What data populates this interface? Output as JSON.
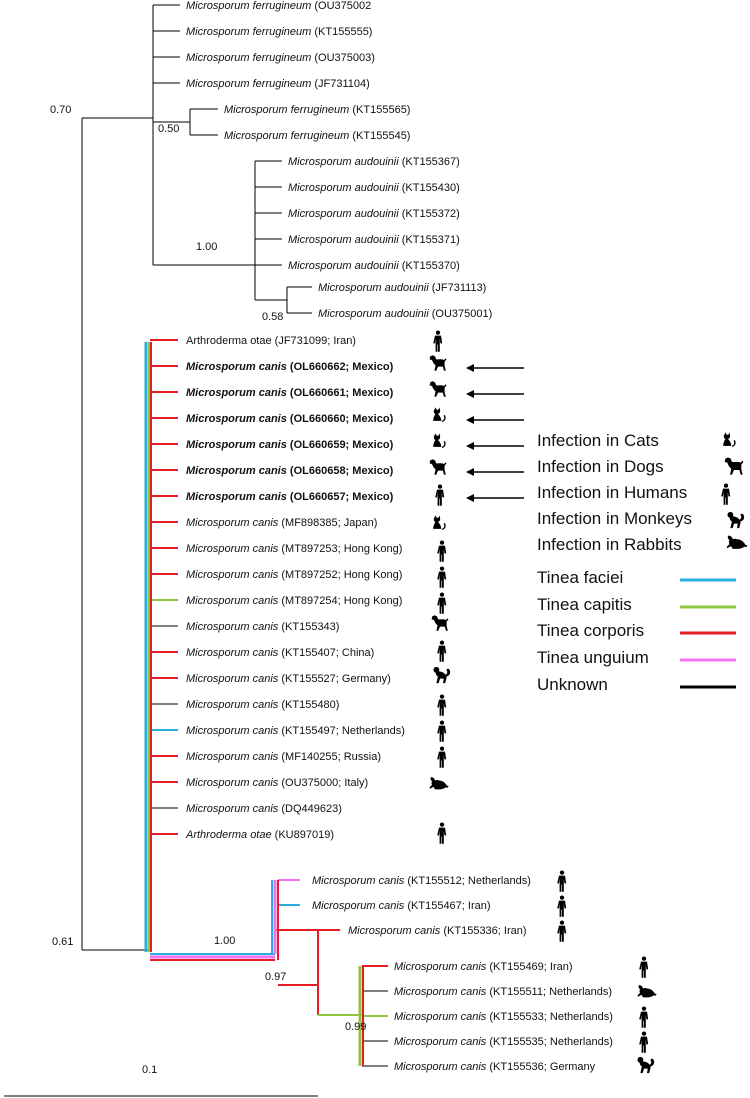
{
  "colors": {
    "black": "#000000",
    "faciei": "#29aee0",
    "capitis": "#8cc63f",
    "corporis": "#e81c24",
    "unguium": "#f470f0",
    "unknown": "#000000"
  },
  "leaves": [
    {
      "italic": "Microsporum  ferrugineum",
      "rest": " (OU375002",
      "bold": false
    },
    {
      "italic": "Microsporum  ferrugineum",
      "rest": " (KT155555)",
      "bold": false
    },
    {
      "italic": "Microsporum  ferrugineum",
      "rest": " (OU375003)",
      "bold": false
    },
    {
      "italic": "Microsporum  ferrugineum",
      "rest": " (JF731104)",
      "bold": false
    },
    {
      "italic": "Microsporum  ferrugineum",
      "rest": " (KT155565)",
      "bold": false
    },
    {
      "italic": "Microsporum  ferrugineum",
      "rest": " (KT155545)",
      "bold": false
    },
    {
      "italic": "Microsporum  audouinii",
      "rest": " (KT155367)",
      "bold": false
    },
    {
      "italic": "Microsporum  audouinii",
      "rest": " (KT155430)",
      "bold": false
    },
    {
      "italic": "Microsporum  audouinii",
      "rest": " (KT155372)",
      "bold": false
    },
    {
      "italic": "Microsporum  audouinii",
      "rest": " (KT155371)",
      "bold": false
    },
    {
      "italic": "Microsporum  audouinii",
      "rest": " (KT155370)",
      "bold": false
    },
    {
      "italic": "Microsporum  audouinii",
      "rest": " (JF731113)",
      "bold": false
    },
    {
      "italic": "Microsporum  audouinii",
      "rest": " (OU375001)",
      "bold": false
    },
    {
      "italic": "",
      "rest": "Arthroderma otae (JF731099; Iran)",
      "bold": false,
      "host": "human"
    },
    {
      "italic": "Microsporum canis",
      "rest": " (OL660662;  Mexico)",
      "bold": true,
      "host": "dog",
      "arrow": true
    },
    {
      "italic": "Microsporum canis",
      "rest": " (OL660661;  Mexico)",
      "bold": true,
      "host": "dog",
      "arrow": true
    },
    {
      "italic": "Microsporum canis",
      "rest": " (OL660660;  Mexico)",
      "bold": true,
      "host": "cat",
      "arrow": true
    },
    {
      "italic": "Microsporum canis",
      "rest": " (OL660659;  Mexico)",
      "bold": true,
      "host": "cat",
      "arrow": true
    },
    {
      "italic": "Microsporum canis",
      "rest": " (OL660658;  Mexico)",
      "bold": true,
      "host": "dog",
      "arrow": true
    },
    {
      "italic": "Microsporum canis",
      "rest": " (OL660657;  Mexico)",
      "bold": true,
      "host": "human",
      "arrow": true
    },
    {
      "italic": "Microsporum  canis",
      "rest": " (MF898385;  Japan)",
      "bold": false,
      "host": "cat"
    },
    {
      "italic": "Microsporum  canis",
      "rest": " (MT897253;  Hong Kong)",
      "bold": false,
      "host": "human"
    },
    {
      "italic": "Microsporum  canis",
      "rest": " (MT897252;  Hong Kong)",
      "bold": false,
      "host": "human"
    },
    {
      "italic": "Microsporum  canis",
      "rest": " (MT897254;  Hong Kong)",
      "bold": false,
      "host": "human"
    },
    {
      "italic": "Microsporum  canis",
      "rest": " (KT155343)",
      "bold": false,
      "host": "dog"
    },
    {
      "italic": "Microsporum  canis",
      "rest": " (KT155407;  China)",
      "bold": false,
      "host": "human"
    },
    {
      "italic": "Microsporum  canis",
      "rest": " (KT155527;  Germany)",
      "bold": false,
      "host": "monkey"
    },
    {
      "italic": "Microsporum  canis",
      "rest": " (KT155480)",
      "bold": false,
      "host": "human"
    },
    {
      "italic": "Microsporum  canis",
      "rest": " (KT155497;  Netherlands)",
      "bold": false,
      "host": "human"
    },
    {
      "italic": "Microsporum  canis",
      "rest": " (MF140255;  Russia)",
      "bold": false,
      "host": "human"
    },
    {
      "italic": "Microsporum  canis",
      "rest": " (OU375000;  Italy)",
      "bold": false,
      "host": "rabbit"
    },
    {
      "italic": "Microsporum  canis",
      "rest": " (DQ449623)",
      "bold": false
    },
    {
      "italic": "Arthroderma  otae",
      "rest": " (KU897019)",
      "bold": false,
      "host": "human"
    },
    {
      "italic": "Microsporum  canis",
      "rest": " (KT155512;  Netherlands)",
      "bold": false,
      "host": "human"
    },
    {
      "italic": "Microsporum  canis",
      "rest": " (KT155467;  Iran)",
      "bold": false,
      "host": "human"
    },
    {
      "italic": "Microsporum  canis",
      "rest": " (KT155336;  Iran)",
      "bold": false,
      "host": "human"
    },
    {
      "italic": "Microsporum  canis",
      "rest": " (KT155469;  Iran)",
      "bold": false,
      "host": "human"
    },
    {
      "italic": "Microsporum  canis",
      "rest": " (KT155511;  Netherlands)",
      "bold": false,
      "host": "rabbit"
    },
    {
      "italic": "Microsporum  canis",
      "rest": " (KT155533;  Netherlands)",
      "bold": false,
      "host": "human"
    },
    {
      "italic": "Microsporum  canis",
      "rest": " (KT155535;  Netherlands)",
      "bold": false,
      "host": "human"
    },
    {
      "italic": "Microsporum  canis",
      "rest": " (KT155536;  Germany",
      "bold": false,
      "host": "monkey"
    }
  ],
  "support": [
    "0.70",
    "0.50",
    "1.00",
    "0.58",
    "0.61",
    "1.00",
    "0.97",
    "0.99"
  ],
  "legend": {
    "hosts": [
      {
        "label": "Infection in Cats",
        "icon": "cat"
      },
      {
        "label": "Infection in Dogs",
        "icon": "dog"
      },
      {
        "label": "Infection in Humans",
        "icon": "human"
      },
      {
        "label": "Infection in Monkeys",
        "icon": "monkey"
      },
      {
        "label": "Infection in Rabbits",
        "icon": "rabbit"
      }
    ],
    "types": [
      {
        "label": "Tinea faciei",
        "color": "#29aee0"
      },
      {
        "label": "Tinea capitis",
        "color": "#8cc63f"
      },
      {
        "label": "Tinea corporis",
        "color": "#e81c24"
      },
      {
        "label": "Tinea unguium",
        "color": "#f470f0"
      },
      {
        "label": "Unknown",
        "color": "#000000"
      }
    ]
  },
  "scale": {
    "label": "0.1"
  }
}
